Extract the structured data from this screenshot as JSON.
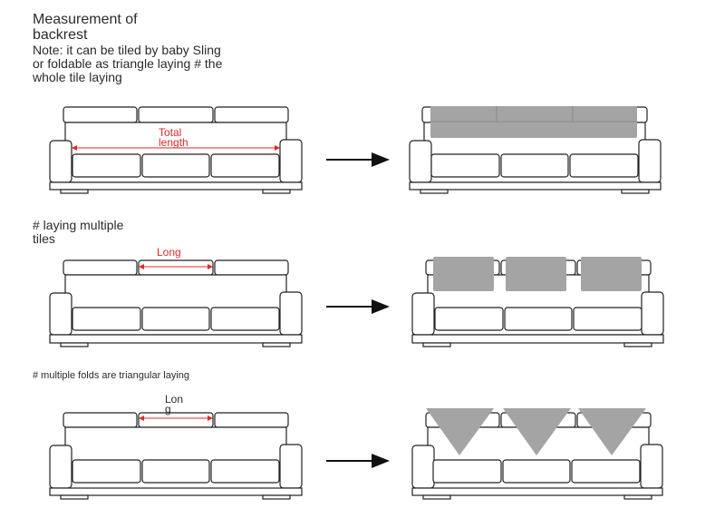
{
  "title": [
    "Measurement of",
    "backrest"
  ],
  "note": [
    "Note: it can be tiled by baby Sling",
    "or foldable as triangle laying # the",
    "whole tile laying"
  ],
  "sections": {
    "tiles": [
      "# laying multiple",
      "tiles"
    ],
    "triangles": "# multiple folds are triangular laying"
  },
  "labels": {
    "total_length": [
      "Total",
      "length"
    ],
    "long_tile": "Long",
    "long_triangle": [
      "Lon",
      "g"
    ]
  },
  "colors": {
    "outline": "#222222",
    "measure": "#e0282a",
    "cover": "#a4a4a4"
  }
}
